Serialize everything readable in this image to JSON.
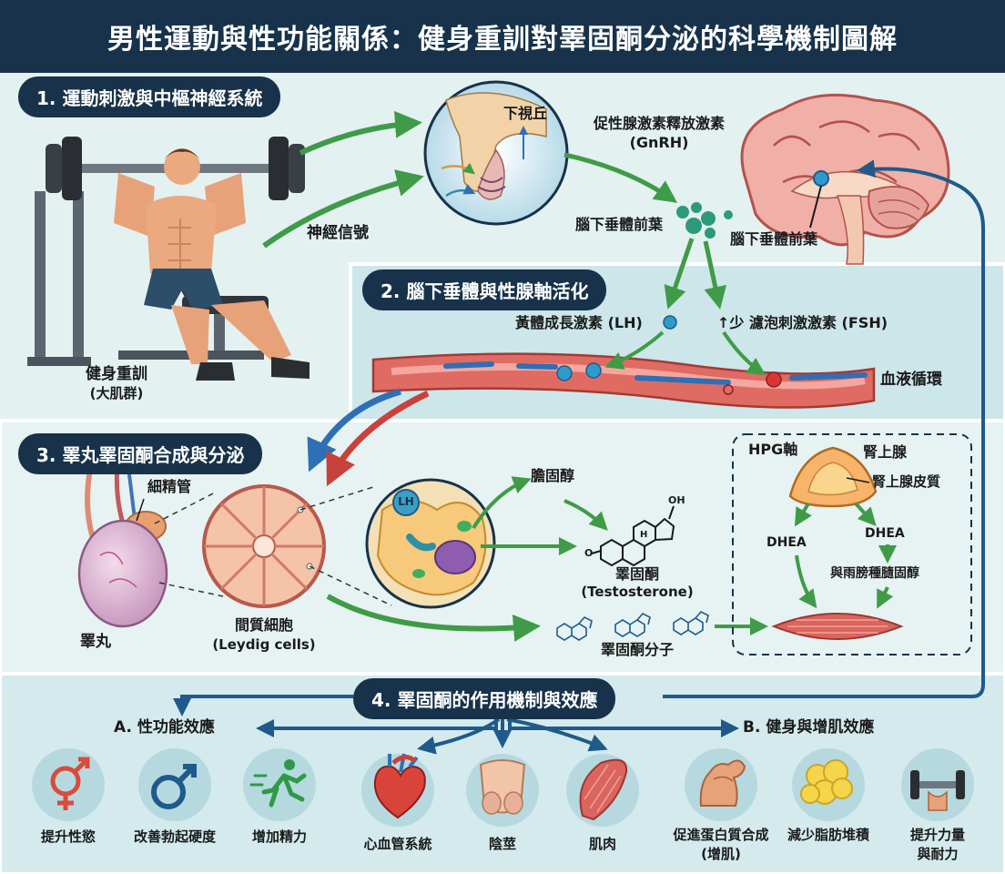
{
  "title": "男性運動與性功能關係：健身重訓對睪固酮分泌的科學機制圖解",
  "sections": {
    "s1": "1. 運動刺激與中樞神經系統",
    "s2": "2. 腦下垂體與性腺軸活化",
    "s3": "3. 睪丸睪固酮合成與分泌",
    "s4": "4. 睪固酮的作用機制與效應"
  },
  "s1": {
    "exercise_label": "健身重訓",
    "exercise_sub": "(大肌群)",
    "nerve_signal": "神經信號",
    "hypothalamus": "下視丘",
    "gnrh": "促性腺激素釋放激素",
    "gnrh_abbr": "(GnRH)",
    "pituitary_left": "腦下垂體前葉",
    "pituitary_right": "腦下垂體前葉"
  },
  "s2": {
    "lh": "黃體成長激素 (LH)",
    "fsh": "↑少 濾泡刺激激素 (FSH)",
    "blood": "血液循環"
  },
  "s3": {
    "seminiferous": "細精管",
    "testis": "睪丸",
    "leydig": "間質細胞",
    "leydig_en": "(Leydig cells)",
    "lh_tag": "LH",
    "cholesterol": "膽固醇",
    "oh": "OH",
    "oxo": "O",
    "h": "H",
    "testosterone": "睪固酮",
    "testosterone_en": "(Testosterone)",
    "molecules": "睪固酮分子",
    "hpg": "HPG軸",
    "adrenal": "腎上腺",
    "adrenal_cortex": "腎上腺皮質",
    "dhea_left": "DHEA",
    "dhea_right": "DHEA",
    "androstenedione": "與雨膀種膸固醇"
  },
  "s4": {
    "branch_a": "A. 性功能效應",
    "branch_b": "B. 健身與增肌效應",
    "icons": [
      {
        "label": "提升性慾",
        "icon": "gender-icon"
      },
      {
        "label": "改善勃起硬度",
        "icon": "male-icon"
      },
      {
        "label": "增加精力",
        "icon": "runner-icon"
      },
      {
        "label": "心血管系統",
        "icon": "heart-icon"
      },
      {
        "label": "陰莖",
        "icon": "penis-icon"
      },
      {
        "label": "肌肉",
        "icon": "muscle-icon"
      },
      {
        "label": "促進蛋白質合成",
        "label2": "(增肌)",
        "icon": "flex-arm-icon"
      },
      {
        "label": "減少脂肪堆積",
        "icon": "fat-icon"
      },
      {
        "label": "提升力量",
        "label2": "與耐力",
        "icon": "dumbbell-icon"
      }
    ]
  },
  "colors": {
    "navy": "#17324a",
    "green_arrow": "#3f9b47",
    "blue_arrow": "#2f6fb5",
    "red_vessel": "#d9534f",
    "bg": "#dcefee"
  }
}
